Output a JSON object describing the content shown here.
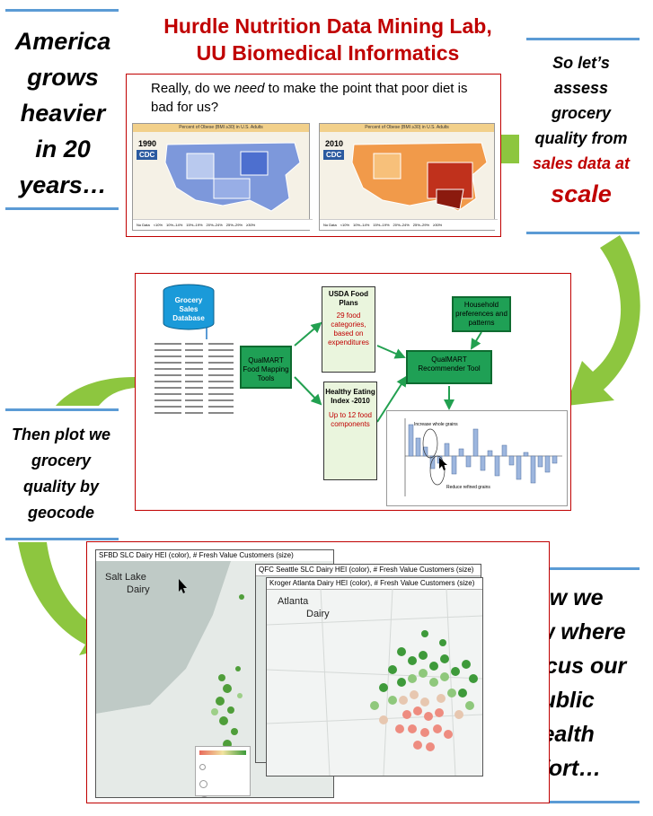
{
  "title": {
    "line1": "Hurdle Nutrition Data Mining Lab,",
    "line2": "UU Biomedical Informatics"
  },
  "left_top_caption": {
    "l1": "America",
    "l2": "grows",
    "l3": "heavier",
    "l4": "in 20",
    "l5": "years…"
  },
  "right_top_caption": {
    "l1": "So let’s",
    "l2": "assess",
    "l3": "grocery",
    "l4": "quality from",
    "l5": "sales data at",
    "l6": "scale"
  },
  "left_mid_caption": {
    "l1": "Then plot we",
    "l2": "grocery",
    "l3": "quality by",
    "l4": "geocode"
  },
  "right_bottom_caption": {
    "l1": "Now we",
    "l2": "know where",
    "l3": "to focus our",
    "l4": "public",
    "l5": "health",
    "l6": "effort…"
  },
  "obesity_panel": {
    "question_a": "Really, do we ",
    "question_em": "need",
    "question_b": " to make the point that poor diet is bad for us?",
    "map1": {
      "header": "Percent of Obese (BMI ≥30) in U.S. Adults",
      "year": "1990",
      "logo": "CDC"
    },
    "map2": {
      "header": "Percent of Obese (BMI ≥30) in U.S. Adults",
      "year": "2010",
      "logo": "CDC"
    },
    "legend1": [
      "No Data",
      "<10%",
      "10%–14%",
      "15%–19%",
      "20%–24%",
      "25%–29%",
      "≥30%"
    ],
    "legend2": [
      "No Data",
      "<10%",
      "10%–14%",
      "15%–19%",
      "20%–24%",
      "25%–29%",
      "≥30%"
    ]
  },
  "pipeline": {
    "db_label": "Grocery Sales Database",
    "mapping_tool": "QualMART Food Mapping Tools",
    "usda_title": "USDA Food Plans",
    "usda_detail": "29 food categories, based on expenditures",
    "hei_title": "Healthy Eating Index -2010",
    "hei_detail": "Up to 12 food components",
    "household": "Household preferences and patterns",
    "recommender": "QualMART Recommender Tool",
    "chart_increase": "Increase whole grains",
    "chart_reduce": "Reduce refined grains"
  },
  "maps": {
    "slc_header": "SFBD SLC Dairy HEI (color), # Fresh Value Customers (size)",
    "slc_city": "Salt Lake",
    "slc_sub": "Dairy",
    "seattle_header": "QFC Seattle SLC Dairy HEI (color), # Fresh Value Customers (size)",
    "atlanta_header": "Kroger Atlanta Dairy HEI (color), # Fresh Value Customers (size)",
    "atlanta_city": "Atlanta",
    "atlanta_sub": "Dairy"
  },
  "colors": {
    "accent_red": "#c00000",
    "rule_blue": "#5b9bd5",
    "arrow_green": "#8dc63f"
  }
}
